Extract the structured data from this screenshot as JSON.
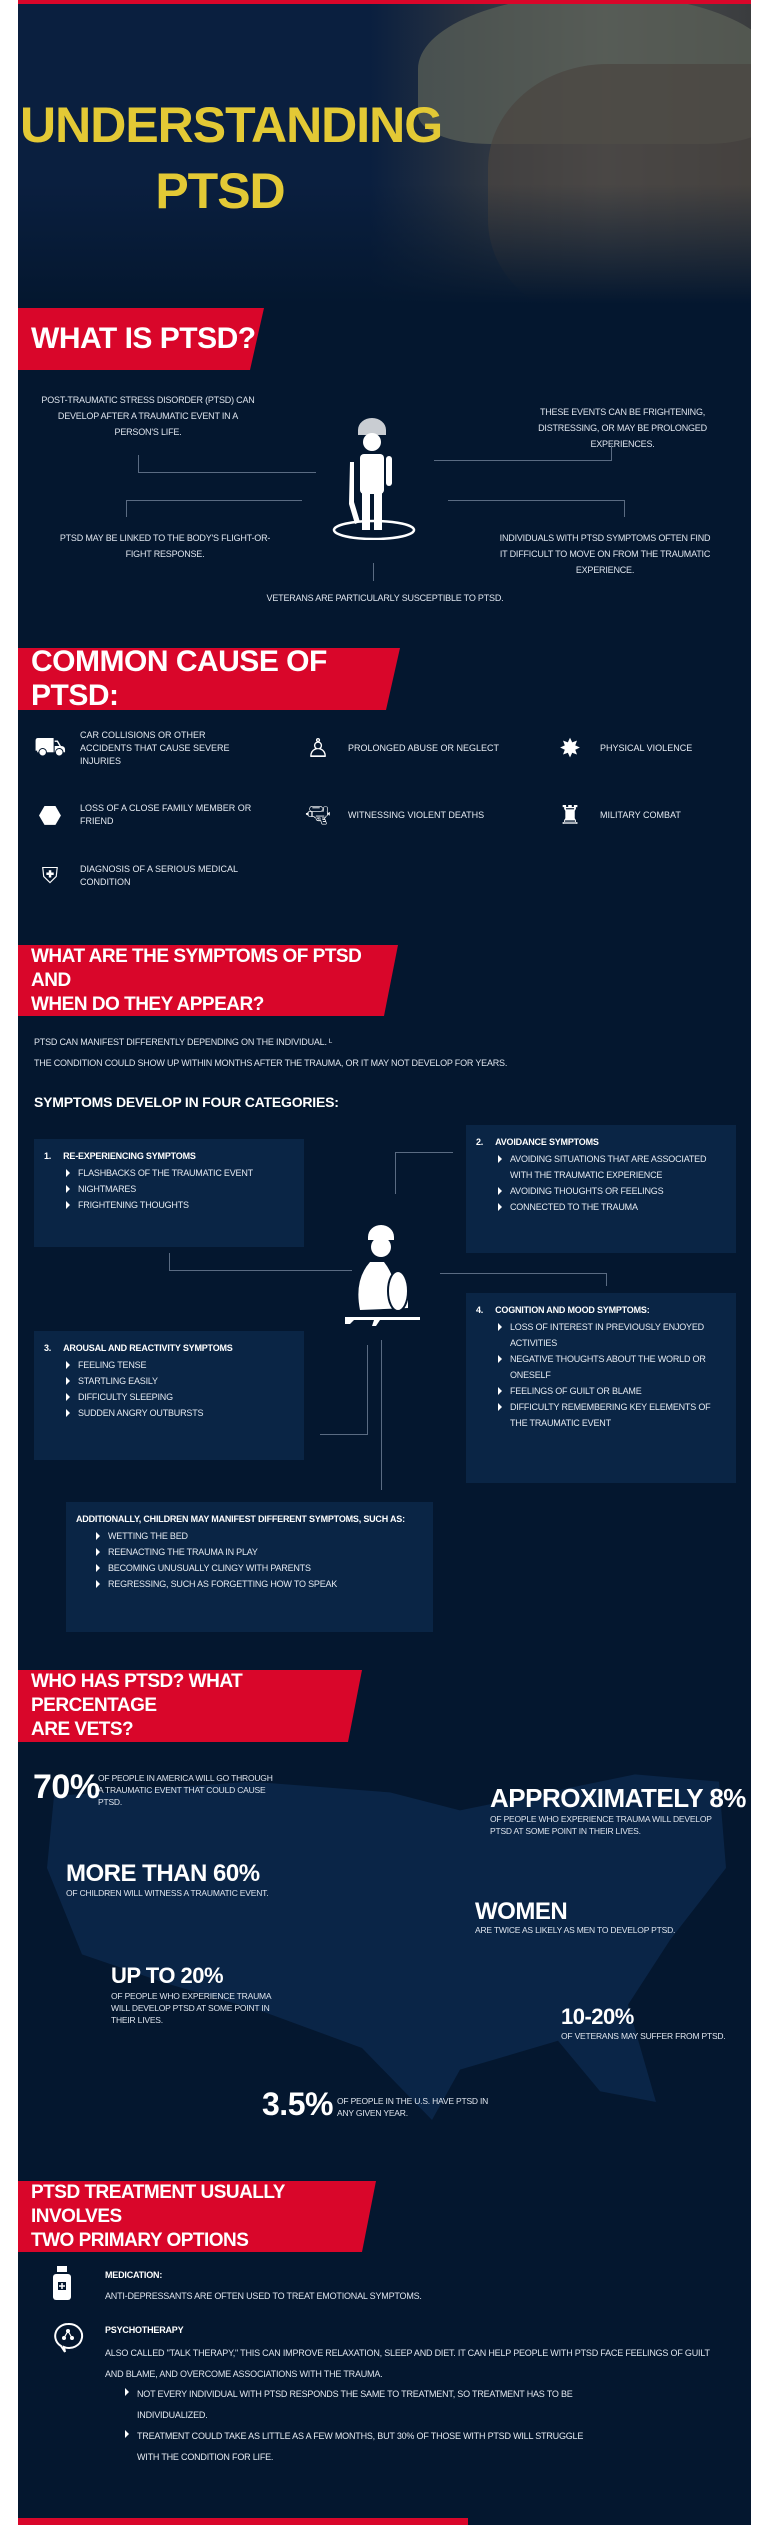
{
  "colors": {
    "accent_red": "#d9062a",
    "title_yellow": "#e3c935",
    "background_navy": "#04172f",
    "box_navy": "#0a2545"
  },
  "hero": {
    "title_line1": "UNDERSTANDING",
    "title_line2": "PTSD"
  },
  "what_is": {
    "heading": "WHAT IS PTSD?",
    "icon": "soldier-with-rifle-icon",
    "top_left": "POST-TRAUMATIC STRESS DISORDER (PTSD) CAN DEVELOP AFTER A TRAUMATIC EVENT IN A PERSON'S LIFE.",
    "top_right": "THESE EVENTS CAN BE FRIGHTENING, DISTRESSING, OR MAY BE PROLONGED EXPERIENCES.",
    "bottom_left": "PTSD MAY BE LINKED TO THE BODY'S FLIGHT-OR-FIGHT RESPONSE.",
    "bottom_right": "INDIVIDUALS WITH PTSD SYMPTOMS OFTEN FIND IT DIFFICULT TO MOVE ON FROM THE TRAUMATIC EXPERIENCE.",
    "bottom_center": "VETERANS ARE PARTICULARLY SUSCEPTIBLE TO PTSD."
  },
  "causes": {
    "heading": "COMMON CAUSE OF PTSD:",
    "items": [
      {
        "icon": "car-icon",
        "label": "CAR COLLISIONS OR OTHER ACCIDENTS THAT CAUSE SEVERE INJURIES"
      },
      {
        "icon": "sitting-person-icon",
        "label": "PROLONGED ABUSE OR NEGLECT"
      },
      {
        "icon": "explosion-icon",
        "label": "PHYSICAL VIOLENCE"
      },
      {
        "icon": "coffin-icon",
        "label": "LOSS OF A CLOSE FAMILY MEMBER OR FRIEND"
      },
      {
        "icon": "revolver-icon",
        "label": "WITNESSING VIOLENT DEATHS"
      },
      {
        "icon": "soldier-icon",
        "label": "MILITARY COMBAT"
      },
      {
        "icon": "medical-shield-icon",
        "label": "DIAGNOSIS OF A SERIOUS MEDICAL CONDITION"
      }
    ]
  },
  "symptoms": {
    "heading_line1": "WHAT ARE THE SYMPTOMS OF PTSD AND",
    "heading_line2": "WHEN DO THEY APPEAR?",
    "intro1": "PTSD CAN MANIFEST DIFFERENTLY DEPENDING ON THE INDIVIDUAL. ᴸ",
    "intro2": "THE CONDITION COULD SHOW UP WITHIN MONTHS AFTER THE TRAUMA, OR IT MAY NOT DEVELOP FOR YEARS.",
    "subheading": "SYMPTOMS DEVELOP IN FOUR CATEGORIES:",
    "categories": [
      {
        "num": "1.",
        "title": "RE-EXPERIENCING SYMPTOMS",
        "items": [
          "FLASHBACKS OF THE TRAUMATIC EVENT",
          "NIGHTMARES",
          "FRIGHTENING THOUGHTS"
        ]
      },
      {
        "num": "2.",
        "title": "AVOIDANCE SYMPTOMS",
        "items": [
          "AVOIDING SITUATIONS THAT ARE ASSOCIATED WITH THE TRAUMATIC EXPERIENCE",
          "AVOIDING THOUGHTS OR FEELINGS",
          "CONNECTED TO THE TRAUMA"
        ]
      },
      {
        "num": "3.",
        "title": "AROUSAL AND REACTIVITY SYMPTOMS",
        "items": [
          "FEELING TENSE",
          "STARTLING EASILY",
          "DIFFICULTY SLEEPING",
          "SUDDEN ANGRY OUTBURSTS"
        ]
      },
      {
        "num": "4.",
        "title": "COGNITION AND MOOD SYMPTOMS:",
        "items": [
          "LOSS OF INTEREST IN PREVIOUSLY ENJOYED ACTIVITIES",
          "NEGATIVE THOUGHTS ABOUT THE WORLD OR ONESELF",
          "FEELINGS OF GUILT OR BLAME",
          "DIFFICULTY REMEMBERING KEY ELEMENTS OF THE TRAUMATIC EVENT"
        ]
      }
    ],
    "children": {
      "title": "ADDITIONALLY, CHILDREN MAY MANIFEST DIFFERENT SYMPTOMS, SUCH AS:",
      "items": [
        "WETTING THE BED",
        "REENACTING THE TRAUMA IN PLAY",
        "BECOMING UNUSUALLY CLINGY WITH PARENTS",
        "REGRESSING, SUCH AS FORGETTING HOW TO SPEAK"
      ]
    }
  },
  "stats": {
    "heading_line1": "WHO HAS PTSD? WHAT PERCENTAGE",
    "heading_line2": "ARE VETS?",
    "items": [
      {
        "value": "70%",
        "text": "OF PEOPLE IN AMERICA WILL GO THROUGH A TRAUMATIC EVENT THAT COULD CAUSE PTSD."
      },
      {
        "value": "APPROXIMATELY 8%",
        "text": "OF PEOPLE WHO EXPERIENCE TRAUMA WILL DEVELOP PTSD AT SOME POINT IN THEIR LIVES."
      },
      {
        "value": "MORE THAN 60%",
        "text": "OF CHILDREN WILL WITNESS A TRAUMATIC EVENT."
      },
      {
        "value": "WOMEN",
        "text": "ARE TWICE AS LIKELY AS MEN TO DEVELOP PTSD."
      },
      {
        "value": "UP TO 20%",
        "text": "OF PEOPLE WHO EXPERIENCE TRAUMA WILL DEVELOP PTSD AT SOME POINT IN THEIR LIVES."
      },
      {
        "value": "10-20%",
        "text": "OF VETERANS MAY SUFFER FROM PTSD."
      },
      {
        "value": "3.5%",
        "text": "OF PEOPLE IN THE U.S. HAVE PTSD IN ANY GIVEN YEAR."
      }
    ]
  },
  "treatment": {
    "heading_line1": "PTSD TREATMENT USUALLY INVOLVES",
    "heading_line2": "TWO PRIMARY OPTIONS",
    "medication": {
      "icon": "medicine-bottle-icon",
      "title": "MEDICATION:",
      "text": "ANTI-DEPRESSANTS ARE OFTEN USED TO TREAT EMOTIONAL SYMPTOMS."
    },
    "psychotherapy": {
      "icon": "brain-speech-bubble-icon",
      "title": "PSYCHOTHERAPY",
      "text": "ALSO CALLED \"TALK THERAPY,\" THIS CAN IMPROVE RELAXATION, SLEEP AND DIET. IT CAN HELP PEOPLE WITH PTSD FACE FEELINGS OF GUILT AND BLAME, AND OVERCOME ASSOCIATIONS WITH THE TRAUMA.",
      "items": [
        "NOT EVERY INDIVIDUAL WITH PTSD RESPONDS THE SAME TO TREATMENT, SO TREATMENT HAS TO BE INDIVIDUALIZED.",
        "TREATMENT COULD TAKE AS LITTLE AS A FEW MONTHS, BUT 30% OF THOSE WITH PTSD WILL STRUGGLE WITH THE CONDITION FOR LIFE."
      ]
    }
  }
}
